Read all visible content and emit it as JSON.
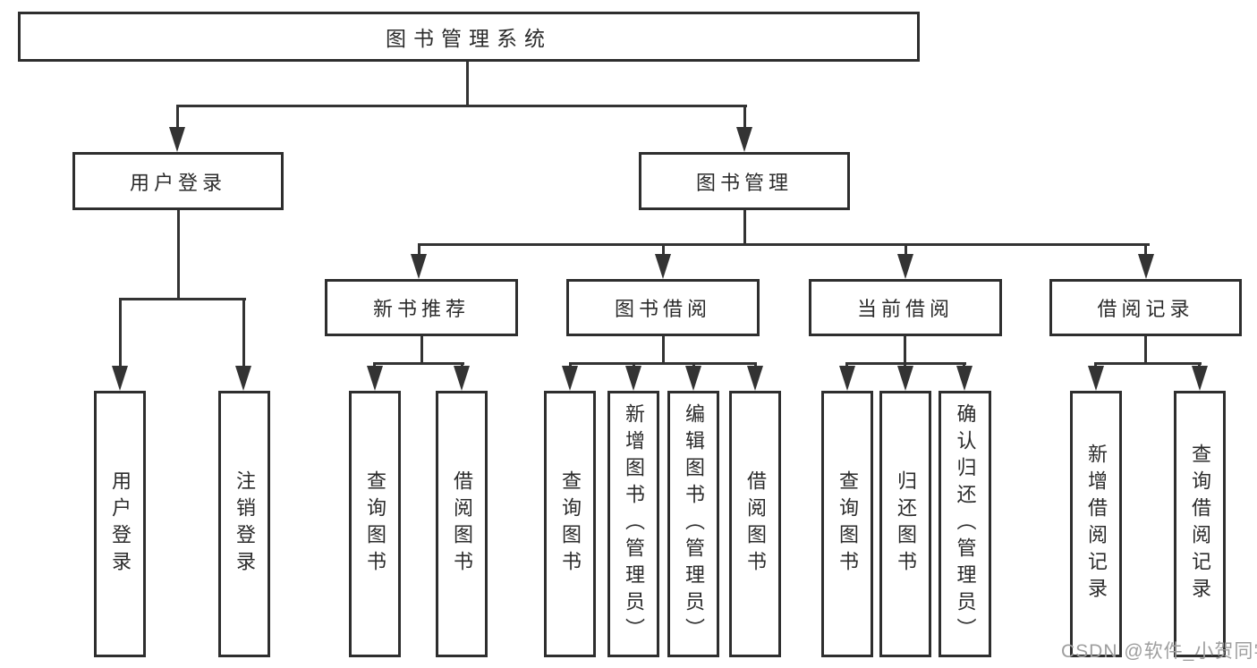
{
  "diagram_type": "hierarchy-tree",
  "colors": {
    "line": "#333333",
    "box_border": "#2e2e2e",
    "box_fill": "#ffffff",
    "text": "#2b2b2b",
    "watermark": "#9e9e9e",
    "background": "#ffffff"
  },
  "tree": {
    "label": "图书管理系统",
    "children": [
      {
        "label": "用户登录",
        "children": [
          {
            "label": "用户登录"
          },
          {
            "label": "注销登录"
          }
        ]
      },
      {
        "label": "图书管理",
        "children": [
          {
            "label": "新书推荐",
            "children": [
              {
                "label": "查询图书"
              },
              {
                "label": "借阅图书"
              }
            ]
          },
          {
            "label": "图书借阅",
            "children": [
              {
                "label": "查询图书"
              },
              {
                "label": "新增图书（管理员）"
              },
              {
                "label": "编辑图书（管理员）"
              },
              {
                "label": "借阅图书"
              }
            ]
          },
          {
            "label": "当前借阅",
            "children": [
              {
                "label": "查询图书"
              },
              {
                "label": "归还图书"
              },
              {
                "label": "确认归还（管理员）"
              }
            ]
          },
          {
            "label": "借阅记录",
            "children": [
              {
                "label": "新增借阅记录"
              },
              {
                "label": "查询借阅记录"
              }
            ]
          }
        ]
      }
    ]
  },
  "watermark": "CSDN @软件_小贺同学"
}
